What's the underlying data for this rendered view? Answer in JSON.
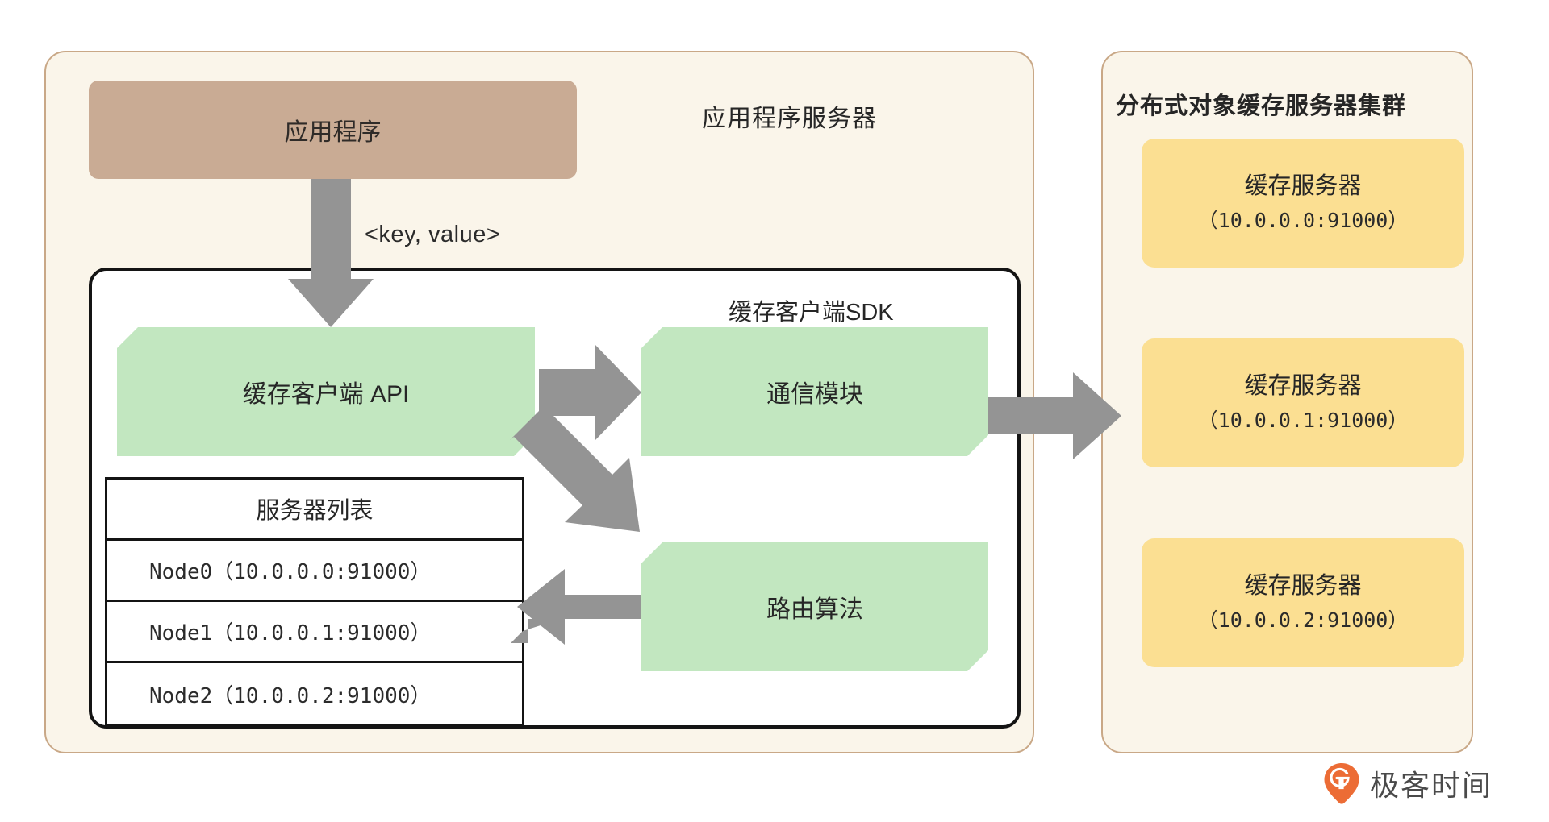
{
  "diagram": {
    "app_server_panel": {
      "title": "应用程序服务器",
      "app_program": {
        "label": "应用程序"
      },
      "kv_flow_label": "<key, value>",
      "sdk_panel": {
        "title": "缓存客户端SDK",
        "client_api": {
          "label": "缓存客户端 API"
        },
        "comm_module": {
          "label": "通信模块"
        },
        "routing_algorithm": {
          "label": "路由算法"
        },
        "server_table": {
          "header": "服务器列表",
          "rows": [
            "Node0（10.0.0.0:91000）",
            "Node1（10.0.0.1:91000）",
            "Node2（10.0.0.2:91000）"
          ]
        }
      }
    },
    "cluster_panel": {
      "title": "分布式对象缓存服务器集群",
      "cards": [
        {
          "name": "缓存服务器",
          "address": "（10.0.0.0:91000）"
        },
        {
          "name": "缓存服务器",
          "address": "（10.0.0.1:91000）"
        },
        {
          "name": "缓存服务器",
          "address": "（10.0.0.2:91000）"
        }
      ]
    },
    "footer": {
      "brand": "极客时间"
    },
    "colors": {
      "panel_bg": "#faf5ea",
      "panel_border": "#c9a887",
      "app_program_bg": "#c9ab94",
      "module_green": "#c2e7c0",
      "cache_card_yellow": "#fbdf92",
      "arrow_gray": "#949494",
      "outline_black": "#141414",
      "logo_orange": "#ec6c35"
    }
  }
}
